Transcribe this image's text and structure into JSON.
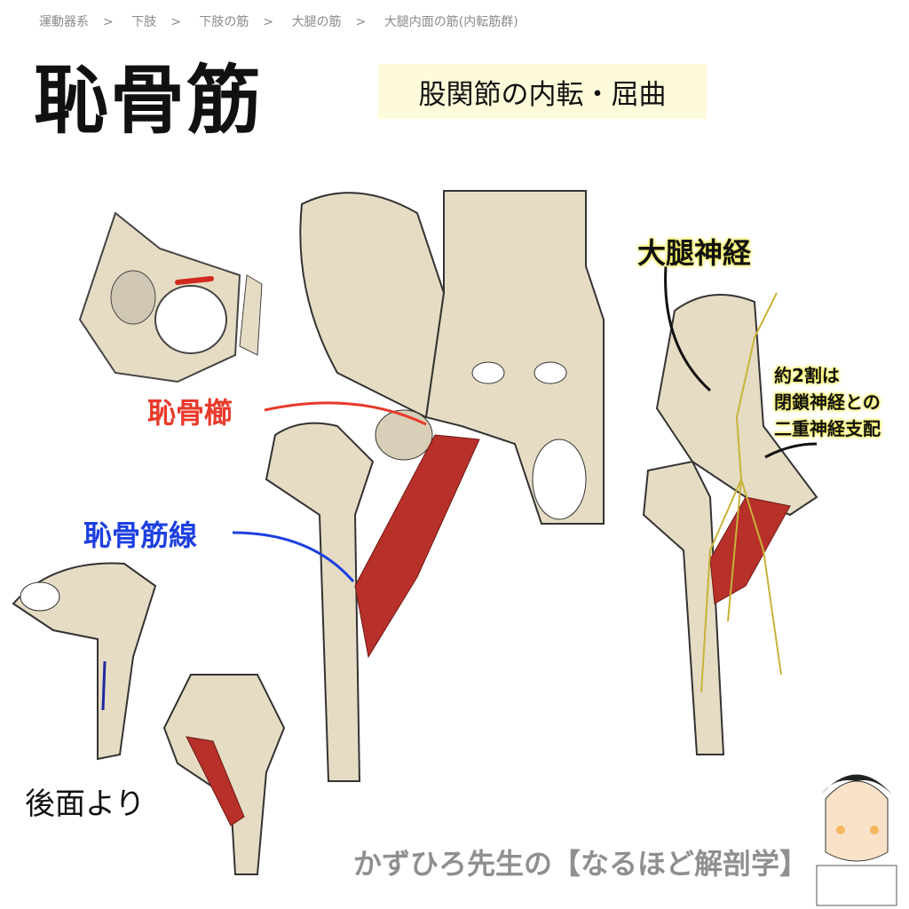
{
  "breadcrumb": [
    "運動器系",
    "下肢",
    "下肢の筋",
    "大腿の筋",
    "大腿内面の筋(内転筋群)"
  ],
  "breadcrumb_separator": ">",
  "title": "恥骨筋",
  "action": "股関節の内転・屈曲",
  "labels": {
    "pecten": "恥骨櫛",
    "pectineal_line": "恥骨筋線",
    "femoral_nerve": "大腿神経",
    "note_lines": [
      "約2割は",
      "閉鎖神経との",
      "二重神経支配"
    ],
    "posterior": "後面より"
  },
  "brand": "かずひろ先生の【なるほど解剖学】",
  "colors": {
    "pecten": "#e8392a",
    "pectineal_line": "#1d3fe0",
    "bone": "#e6dcc4",
    "muscle": "#b8302a",
    "nerve": "#c9b23a"
  }
}
